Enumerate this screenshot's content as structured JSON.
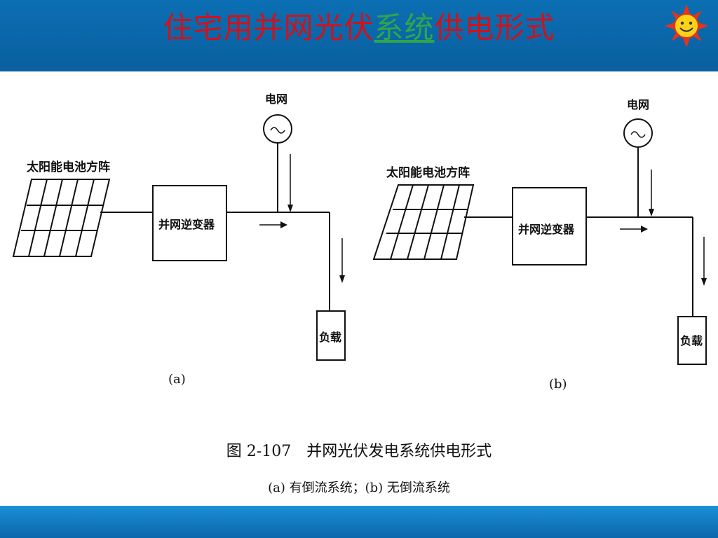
{
  "slide": {
    "title_part1": "住宅用并网光伏",
    "title_link": "系统",
    "title_part2": "供电形式"
  },
  "diagram_a": {
    "array_label": "太阳能电池方阵",
    "grid_label": "电网",
    "inverter_label": "并网逆变器",
    "load_label": "负载",
    "sub_label": "(a)"
  },
  "diagram_b": {
    "array_label": "太阳能电池方阵",
    "grid_label": "电网",
    "inverter_label": "并网逆变器",
    "load_label": "负载",
    "sub_label": "(b)"
  },
  "figure": {
    "caption": "图 2-107　并网光伏发电系统供电形式",
    "subcaption": "(a) 有倒流系统；(b) 无倒流系统"
  },
  "icons": {
    "logo": "smiling-sun-icon",
    "ac_source": "sine-wave-icon"
  },
  "colors": {
    "header_blue": "#0a6aaa",
    "title_red": "#d0121b",
    "link_green": "#2ea64a"
  }
}
